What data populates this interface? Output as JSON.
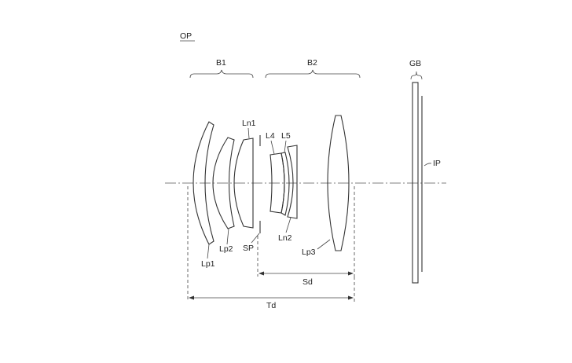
{
  "title": "OP",
  "groups": {
    "b1": "B1",
    "b2": "B2",
    "gb": "GB"
  },
  "elements": {
    "lp1": "Lp1",
    "lp2": "Lp2",
    "ln1": "Ln1",
    "sp": "SP",
    "l4": "L4",
    "l5": "L5",
    "ln2": "Ln2",
    "lp3": "Lp3",
    "ip": "IP"
  },
  "dimensions": {
    "sd": "Sd",
    "td": "Td"
  }
}
